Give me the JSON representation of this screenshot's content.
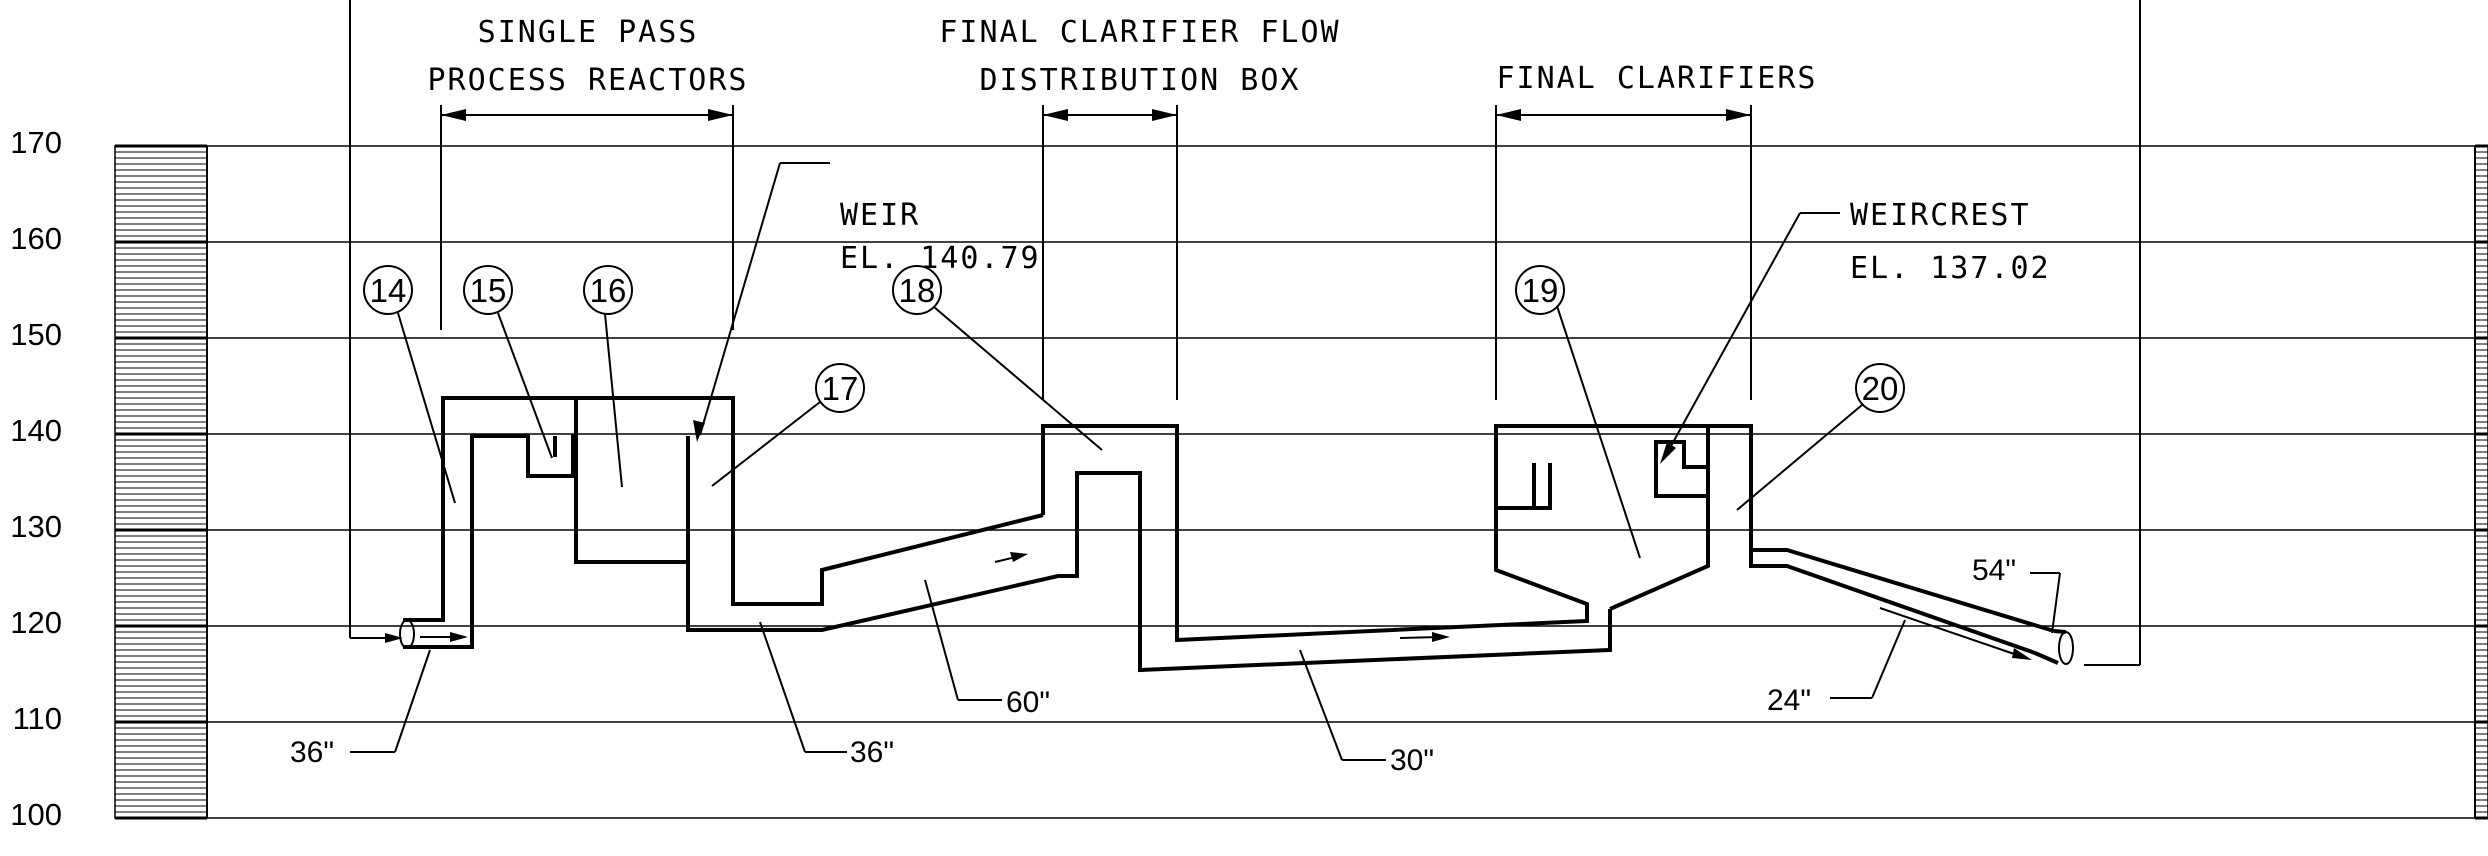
{
  "headers": {
    "reactors_line1": "SINGLE PASS",
    "reactors_line2": "PROCESS REACTORS",
    "box_line1": "FINAL CLARIFIER FLOW",
    "box_line2": "DISTRIBUTION BOX",
    "clarifiers": "FINAL CLARIFIERS"
  },
  "annotations": {
    "weir_line1": "WEIR",
    "weir_line2": "EL. 140.79",
    "weircrest_line1": "WEIRCREST",
    "weircrest_line2": "EL. 137.02"
  },
  "axis": {
    "ticks": [
      "170",
      "160",
      "150",
      "140",
      "130",
      "120",
      "110",
      "100"
    ]
  },
  "callouts": [
    "14",
    "15",
    "16",
    "17",
    "18",
    "19",
    "20"
  ],
  "pipes": {
    "p36_left": "36\"",
    "p36_mid": "36\"",
    "p60": "60\"",
    "p30": "30\"",
    "p24": "24\"",
    "p54": "54\""
  },
  "colors": {
    "ink": "#000000",
    "background": "#ffffff"
  }
}
